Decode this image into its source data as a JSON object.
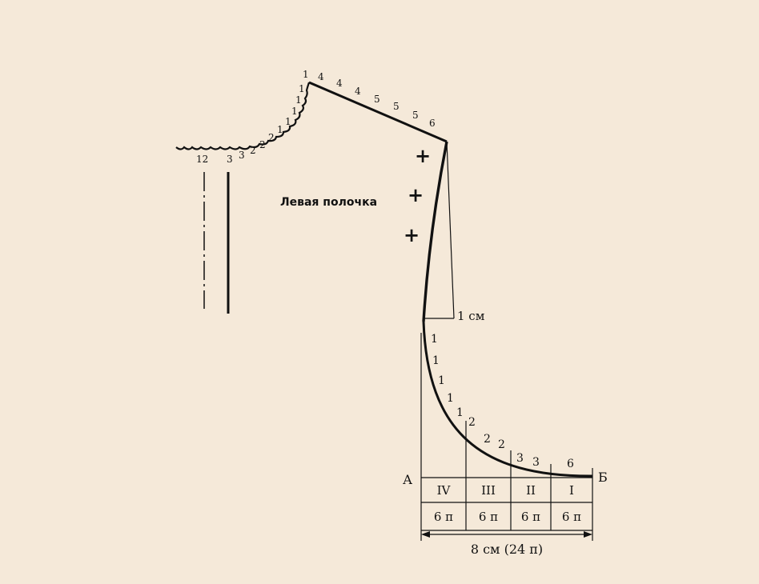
{
  "diagram": {
    "title": "Левая полочка",
    "plus_mark": "+",
    "offset_label": "1 см",
    "point_a": "А",
    "point_b": "Б",
    "total_label": "8 см (24 п)",
    "sections": [
      "IV",
      "III",
      "II",
      "I"
    ],
    "section_stitches": [
      "6 п",
      "6 п",
      "6 п",
      "6 п"
    ],
    "shoulder_numbers": [
      "4",
      "4",
      "4",
      "5",
      "5",
      "5",
      "6"
    ],
    "top_number": "1",
    "neck_numbers": [
      "12",
      "3",
      "3",
      "2",
      "2",
      "2",
      "1",
      "1",
      "1",
      "1",
      "1"
    ],
    "curve_numbers": [
      "1",
      "1",
      "1",
      "1",
      "1",
      "2",
      "2",
      "2",
      "3",
      "3",
      "6"
    ],
    "colors": {
      "ink": "#111111",
      "paper": "#f5e9d9"
    }
  }
}
